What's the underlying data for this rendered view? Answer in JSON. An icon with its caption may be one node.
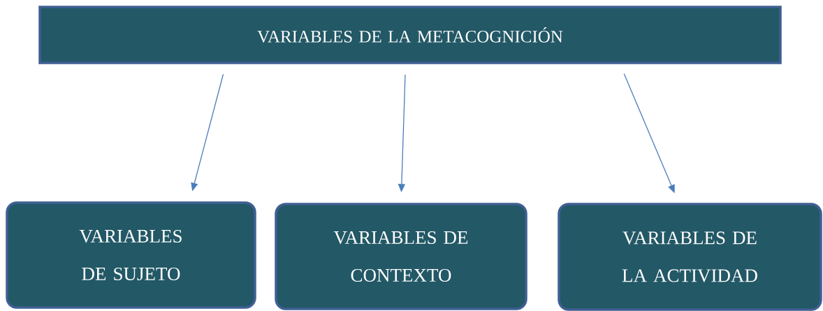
{
  "diagram": {
    "nodes": [
      {
        "text": [
          "VARIABLES DE LA METACOGNICIÓN"
        ]
      },
      {
        "text": [
          "VARIABLES DE SUJETO"
        ]
      },
      {
        "text": [
          "VARIABLES DE CONTEXTO"
        ]
      },
      {
        "text": [
          "VARIABLES DE LA ACTIVIDAD"
        ]
      }
    ],
    "edges": [
      {
        "from": 0,
        "to": 1,
        "arrow": "to"
      },
      {
        "from": 0,
        "to": 2,
        "arrow": "to"
      },
      {
        "from": 0,
        "to": 3,
        "arrow": "to"
      }
    ]
  }
}
